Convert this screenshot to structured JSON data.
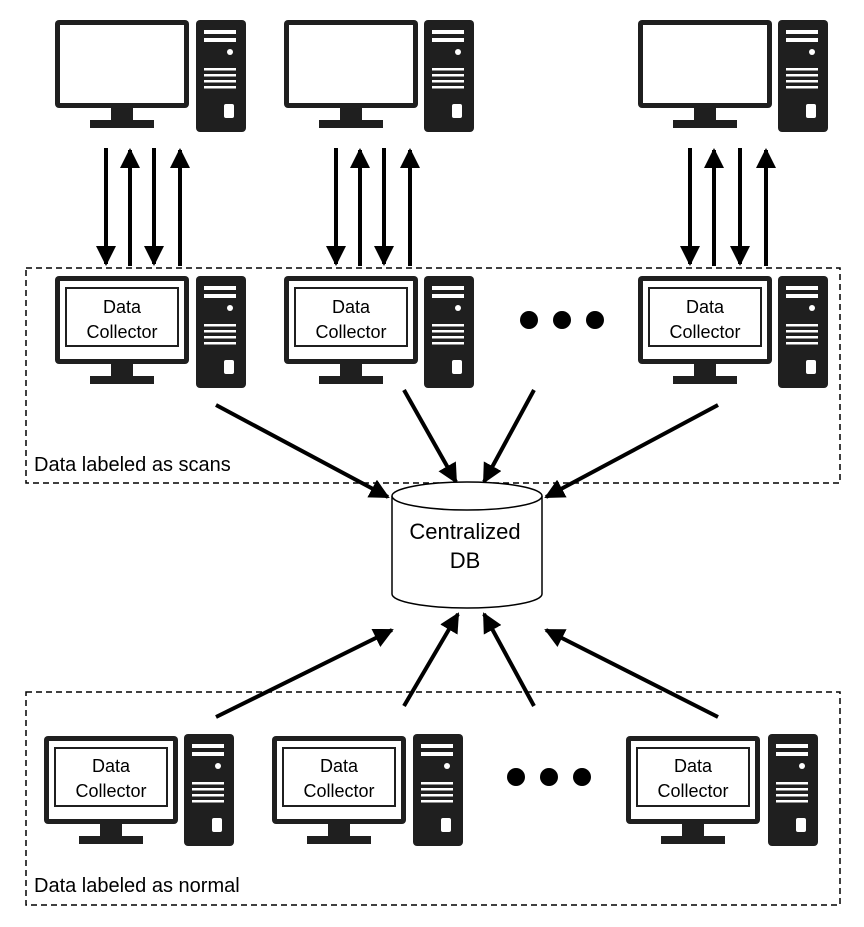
{
  "diagram": {
    "top_group": {
      "label": "Data labeled as scans",
      "collectors": [
        {
          "line1": "Data",
          "line2": "Collector"
        },
        {
          "line1": "Data",
          "line2": "Collector"
        },
        {
          "line1": "Data",
          "line2": "Collector"
        }
      ]
    },
    "bottom_group": {
      "label": "Data labeled as normal",
      "collectors": [
        {
          "line1": "Data",
          "line2": "Collector"
        },
        {
          "line1": "Data",
          "line2": "Collector"
        },
        {
          "line1": "Data",
          "line2": "Collector"
        }
      ]
    },
    "database": {
      "line1": "Centralized",
      "line2": "DB"
    },
    "icons": {
      "monitor": "monitor-icon",
      "tower": "computer-tower-icon",
      "database": "database-cylinder-icon",
      "ellipsis": "ellipsis-icon"
    }
  }
}
